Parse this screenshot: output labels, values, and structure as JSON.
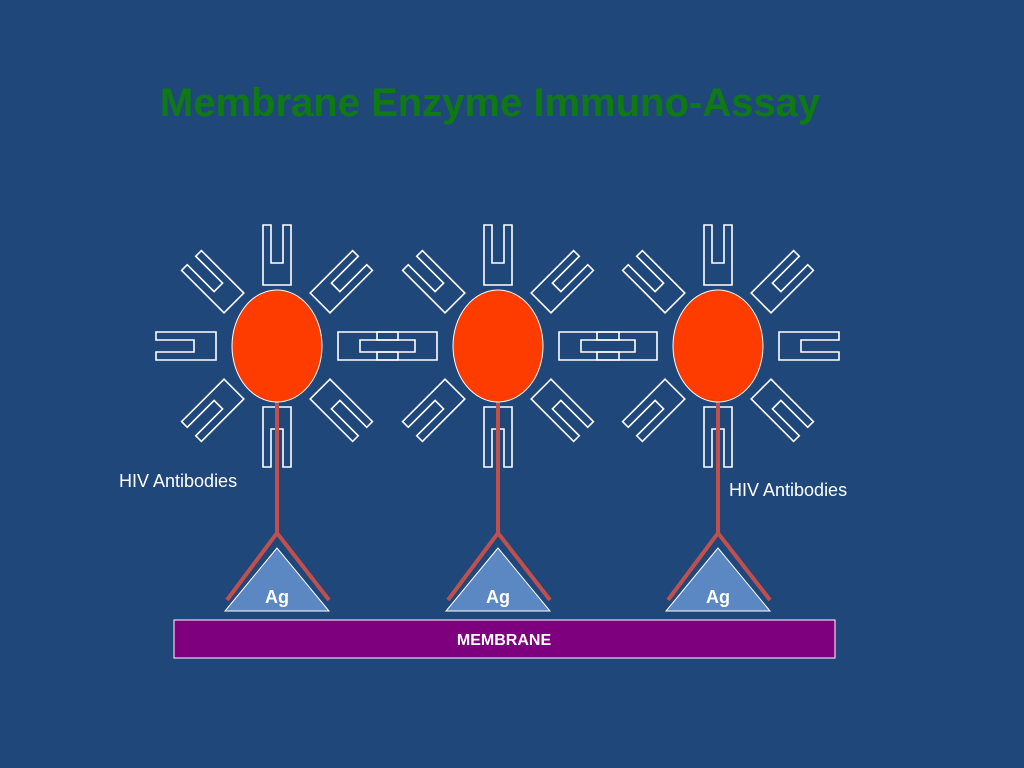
{
  "title": "Membrane Enzyme Immuno-Assay",
  "labels": {
    "antibodies_left": "HIV Antibodies",
    "antibodies_right": "HIV Antibodies",
    "membrane": "MEMBRANE"
  },
  "complexes": [
    {
      "antigen_label": "Ag"
    },
    {
      "antigen_label": "Ag"
    },
    {
      "antigen_label": "Ag"
    }
  ],
  "colors": {
    "background": "#20477a",
    "title": "#0f7a14",
    "enzyme": "#ff3c00",
    "antibody": "#c0504d",
    "antigen": "#5b87c2",
    "membrane": "#7f007f",
    "receptor_outline": "#ffffff"
  },
  "icons": {
    "enzyme": "red-circle",
    "receptor": "u-shaped-cup",
    "antibody": "y-shaped-antibody",
    "antigen": "triangle"
  }
}
